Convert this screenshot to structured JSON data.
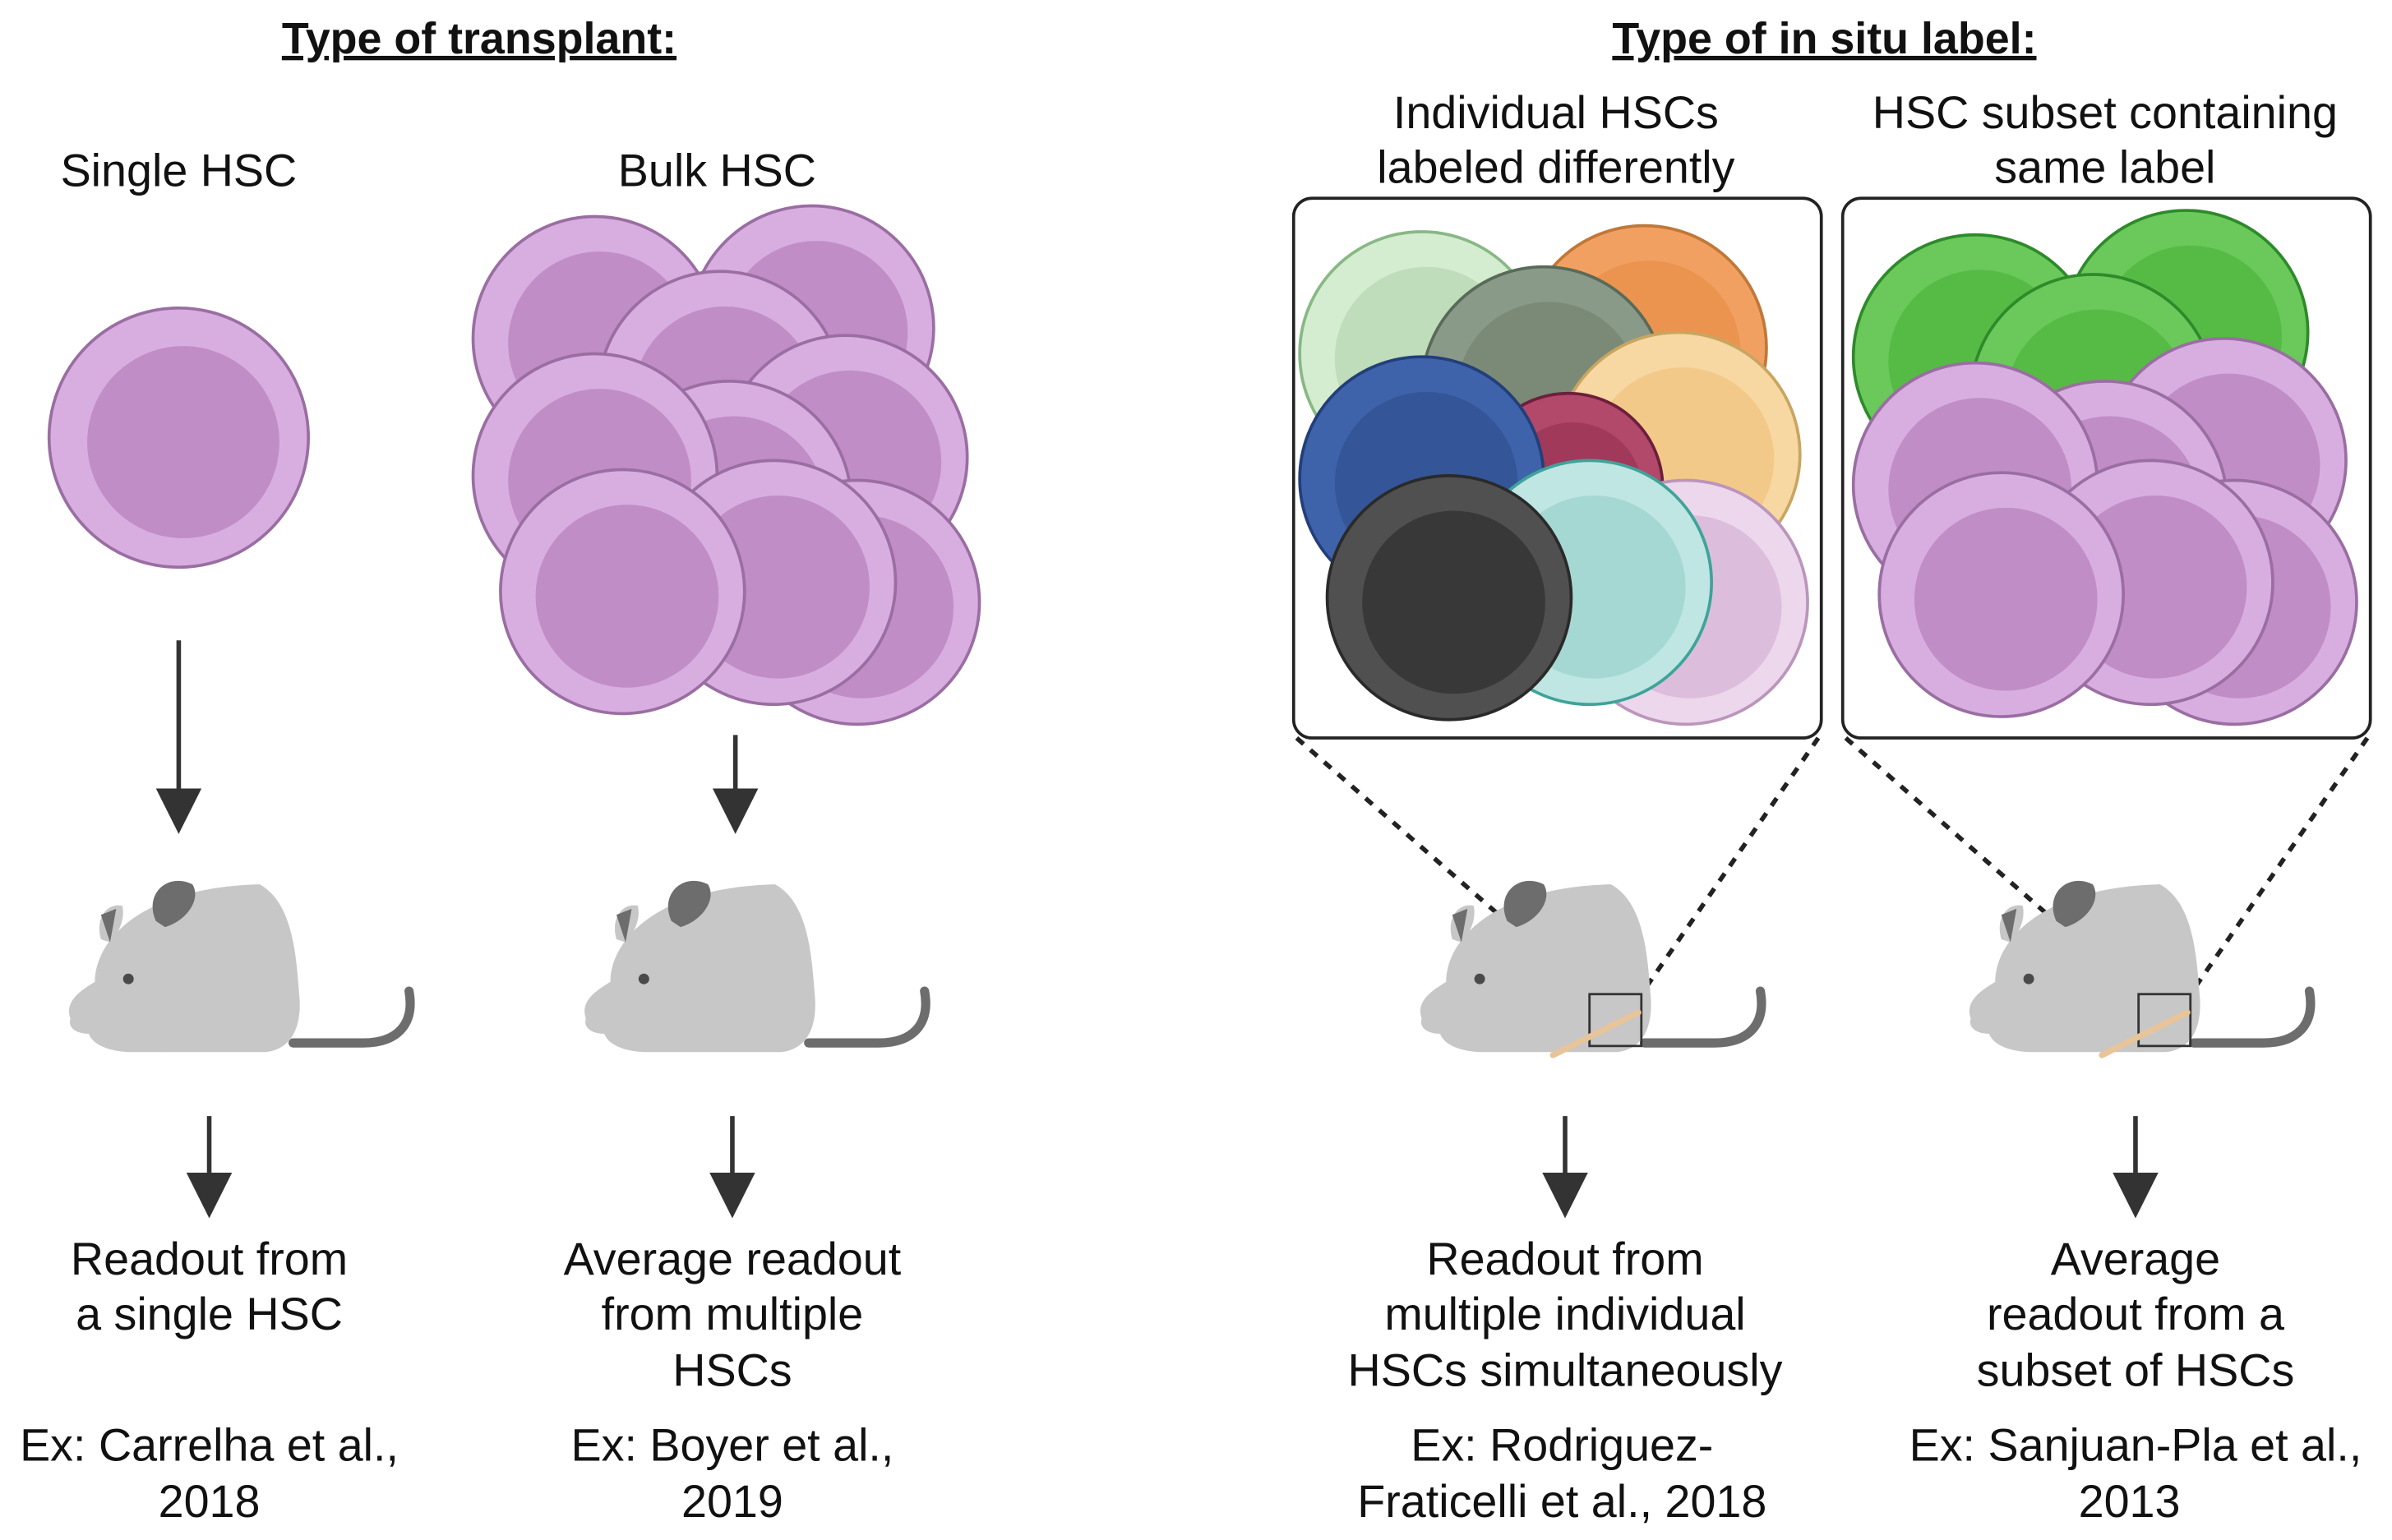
{
  "headings": {
    "transplant": "Type of transplant:",
    "insitu": "Type of in situ label:"
  },
  "panels": {
    "single": {
      "title": "Single HSC",
      "readout": [
        "Readout from",
        "a single HSC"
      ],
      "example": [
        "Ex: Carrelha et al.,",
        "2018"
      ]
    },
    "bulk": {
      "title": "Bulk HSC",
      "readout": [
        "Average readout",
        "from multiple",
        "HSCs"
      ],
      "example": [
        "Ex: Boyer et al.,",
        "2019"
      ]
    },
    "individual": {
      "title": [
        "Individual HSCs",
        "labeled differently"
      ],
      "readout": [
        "Readout from",
        "multiple individual",
        "HSCs simultaneously"
      ],
      "example": [
        "Ex: Rodriguez-",
        "Fraticelli et al., 2018"
      ]
    },
    "subset": {
      "title": [
        "HSC subset containing",
        "same label"
      ],
      "readout": [
        "Average",
        "readout from a",
        "subset of HSCs"
      ],
      "example": [
        "Ex: Sanjuan-Pla et al.,",
        "2013"
      ]
    }
  },
  "colors": {
    "cell_outer": "#d8aee0",
    "cell_inner": "#c08dc6",
    "cell_stroke": "#9a6ea2",
    "mouse_body": "#c7c7c7",
    "mouse_ear": "#6d6d6d",
    "arrow": "#333333",
    "green_outer": "#6ac95a",
    "green_inner": "#56bb45",
    "green_stroke": "#2e8a2a",
    "label_colors": [
      "#d4ecd0",
      "#f2a062",
      "#8a9a88",
      "#f7d7a2",
      "#3f63aa",
      "#b2496a",
      "#505050",
      "#bfe6e2",
      "#ecd7ec"
    ]
  }
}
